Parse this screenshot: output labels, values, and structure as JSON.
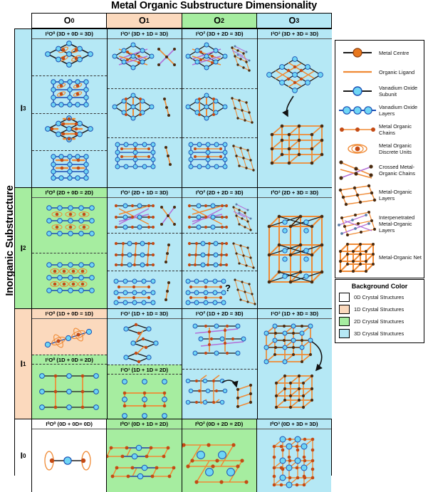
{
  "title": "Metal Organic Substructure Dimensionality",
  "yaxis_title": "Inorganic Substructure Dimensionality",
  "columns": [
    {
      "label": "O",
      "sup": "0",
      "bg": "#ffffff"
    },
    {
      "label": "O",
      "sup": "1",
      "bg": "#fbd9bd"
    },
    {
      "label": "O",
      "sup": "2",
      "bg": "#a6eda0"
    },
    {
      "label": "O",
      "sup": "3",
      "bg": "#b5e8f5"
    }
  ],
  "rows": [
    {
      "label": "I",
      "sup": "3",
      "bg": "#b5e8f5",
      "cells": [
        {
          "label": "I³O⁰ (3D + 0D = 3D)",
          "bg": "bg3",
          "subpanels": 4
        },
        {
          "label": "I³O¹ (3D + 1D = 3D)",
          "bg": "bg3",
          "subpanels": 3
        },
        {
          "label": "I³O² (3D + 2D = 3D)",
          "bg": "bg3",
          "subpanels": 3
        },
        {
          "label": "I³O³ (3D + 3D = 3D)",
          "bg": "bg3",
          "subpanels": 1
        }
      ]
    },
    {
      "label": "I",
      "sup": "2",
      "bg": "#a6eda0",
      "cells": [
        {
          "label": "I²O⁰ (2D + 0D = 2D)",
          "bg": "bg2",
          "subpanels": 2
        },
        {
          "label": "I²O¹ (2D + 1D = 3D)",
          "bg": "bg3",
          "subpanels": 3
        },
        {
          "label": "I²O² (2D + 2D = 3D)",
          "bg": "bg3",
          "subpanels": 3
        },
        {
          "label": "I²O³ (2D + 3D = 3D)",
          "bg": "bg3",
          "subpanels": 1
        }
      ]
    },
    {
      "label": "I",
      "sup": "1",
      "bg": "#fbd9bd",
      "cells": [
        {
          "label": "I¹O⁰ (1D + 0D = 1D)",
          "bg": "bg1",
          "subpanels": 2,
          "sublabel": "I¹O⁰ (1D + 0D = 2D)",
          "sublabel_bg": "bg2"
        },
        {
          "label": "I¹O¹ (1D + 1D = 3D)",
          "bg": "bg3",
          "subpanels": 2,
          "sublabel": "I¹O¹ (1D + 1D = 2D)",
          "sublabel_bg": "bg2"
        },
        {
          "label": "I¹O² (1D + 2D = 3D)",
          "bg": "bg3",
          "subpanels": 2
        },
        {
          "label": "I¹O³ (1D + 3D = 3D)",
          "bg": "bg3",
          "subpanels": 1
        }
      ]
    },
    {
      "label": "I",
      "sup": "0",
      "bg": "#ffffff",
      "cells": [
        {
          "label": "I⁰O⁰ (0D + 0D= 0D)",
          "bg": "bg0",
          "subpanels": 1
        },
        {
          "label": "I⁰O¹ (0D + 1D = 2D)",
          "bg": "bg2",
          "subpanels": 1
        },
        {
          "label": "I⁰O² (0D + 2D = 2D)",
          "bg": "bg2",
          "subpanels": 1
        },
        {
          "label": "I⁰O³ (0D + 3D = 3D)",
          "bg": "bg3",
          "subpanels": 1
        }
      ]
    }
  ],
  "legend": {
    "items": [
      {
        "glyph": "metal-centre-icon",
        "text": "Metal Centre"
      },
      {
        "glyph": "organic-ligand-icon",
        "text": "Organic Ligand"
      },
      {
        "glyph": "vanadium-oxide-subunit-icon",
        "text": "Vanadium Oxide Subunit"
      },
      {
        "glyph": "vanadium-oxide-layers-icon",
        "text": "Vanadium Oxide Layers"
      },
      {
        "glyph": "metal-organic-chains-icon",
        "text": "Metal Organic Chains"
      },
      {
        "glyph": "metal-organic-discrete-units-icon",
        "text": "Metal Organic Discrete Units"
      },
      {
        "glyph": "crossed-metal-organic-chains-icon",
        "text": "Crossed Metal-Organic Chains"
      },
      {
        "glyph": "metal-organic-layers-icon",
        "text": "Metal-Organic Layers"
      },
      {
        "glyph": "interpenetrated-metal-organic-layers-icon",
        "text": "Interpenetrated Metal-Organic Layers"
      },
      {
        "glyph": "metal-organic-net-icon",
        "text": "Metal-Organic Net"
      }
    ]
  },
  "background_legend": {
    "title": "Background Color",
    "items": [
      {
        "color": "#ffffff",
        "label": "0D Crystal Structures"
      },
      {
        "color": "#fbd9bd",
        "label": "1D Crystal Structures"
      },
      {
        "color": "#a6eda0",
        "label": "2D Crystal Structures"
      },
      {
        "color": "#b5e8f5",
        "label": "3D Crystal Structures"
      }
    ]
  },
  "annotations": {
    "question_mark": "?"
  },
  "colors": {
    "metal_centre": "#c44a14",
    "organic_ligand": "#f08a34",
    "vanadium_oxide": "#6fd6f5",
    "vanadium_bond": "#1a4fb5",
    "dark_bond": "#1a1a1a",
    "crossed_chain": "#b36fd8"
  }
}
